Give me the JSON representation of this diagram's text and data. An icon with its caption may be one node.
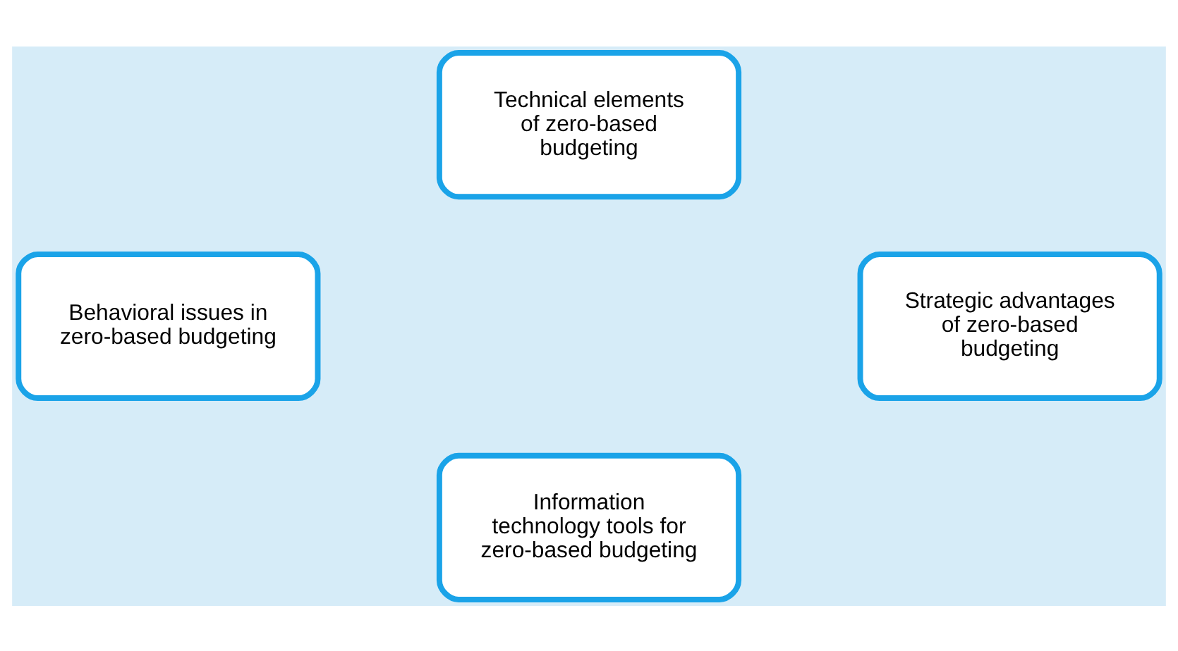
{
  "diagram": {
    "nodes": [
      {
        "text": [
          "Technical elements of zero-based budgeting"
        ]
      },
      {
        "text": [
          "Behavioral issues in zero-based budgeting"
        ]
      },
      {
        "text": [
          "Strategic advantages of zero-based budgeting"
        ]
      },
      {
        "text": [
          "Information technology tools for zero-based budgeting"
        ]
      }
    ]
  }
}
